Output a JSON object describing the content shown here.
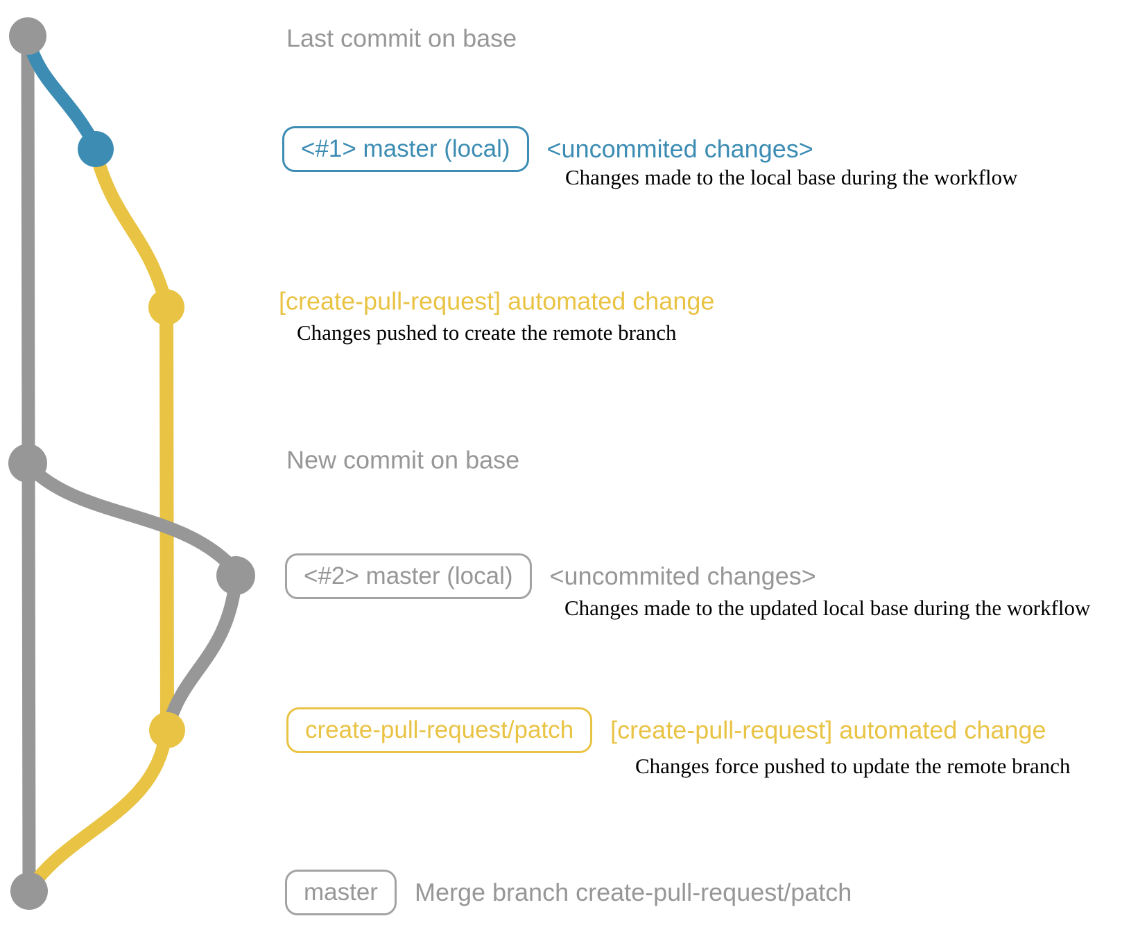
{
  "colors": {
    "base_gray": "#979797",
    "local_blue": "#3c8cb3",
    "patch_yellow": "#e9c344",
    "note_black": "#000000"
  },
  "graph_type": "git-commit-graph",
  "commits": [
    {
      "label": "Last commit on base"
    },
    {
      "tag": "<#1> master (local)",
      "message": "<uncommited changes>",
      "note": "Changes made to the local base during the workflow"
    },
    {
      "message": "[create-pull-request] automated change",
      "note": "Changes pushed to create the remote branch"
    },
    {
      "label": "New commit on base"
    },
    {
      "tag": "<#2> master (local)",
      "message": "<uncommited changes>",
      "note": "Changes made to the updated local base during the workflow"
    },
    {
      "tag": "create-pull-request/patch",
      "message": "[create-pull-request] automated change",
      "note": "Changes force pushed to update the remote branch"
    },
    {
      "tag": "master",
      "message": "Merge branch create-pull-request/patch"
    }
  ]
}
